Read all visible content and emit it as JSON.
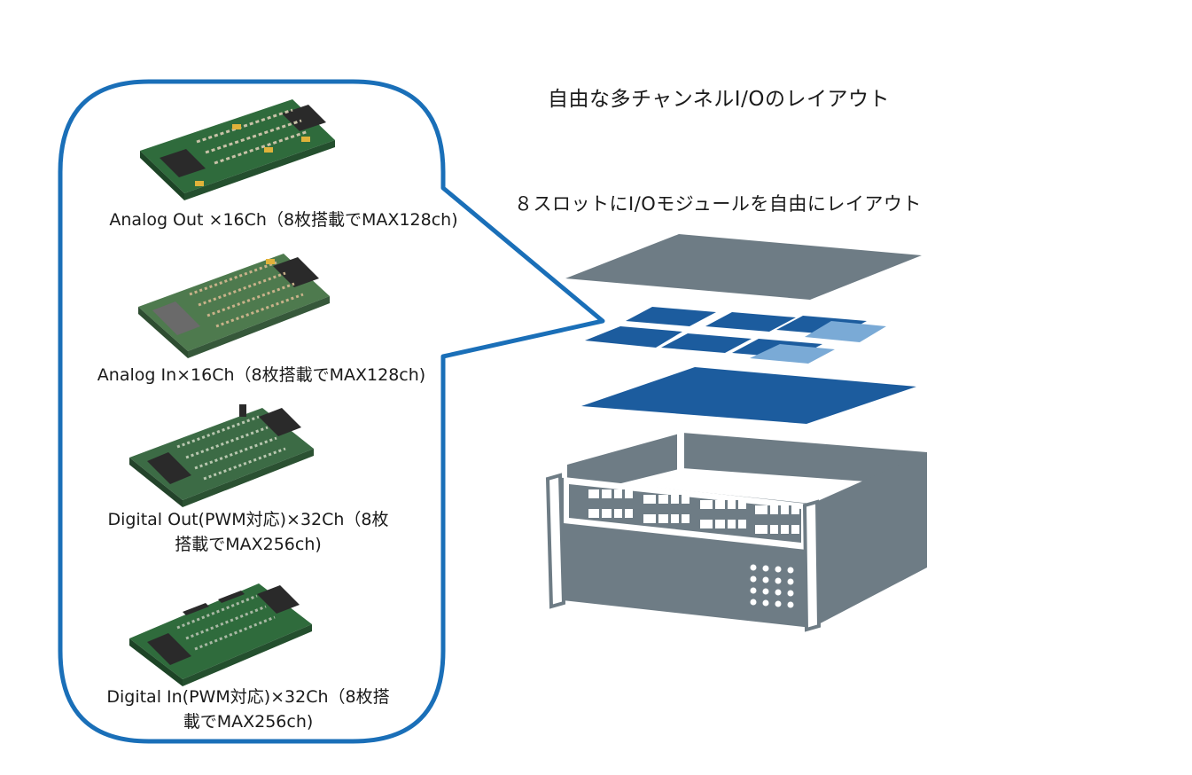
{
  "title": "自由な多チャンネルI/Oのレイアウト",
  "subtitle": "８スロットにI/Oモジュールを自由にレイアウト",
  "modules": [
    {
      "label_lines": [
        "Analog Out ×16Ch（8枚搭載でMAX128ch)"
      ]
    },
    {
      "label_lines": [
        "Analog In×16Ch（8枚搭載でMAX128ch)"
      ]
    },
    {
      "label_lines": [
        "Digital Out(PWM対応)×32Ch（8枚",
        "搭載でMAX256ch)"
      ]
    },
    {
      "label_lines": [
        "Digital In(PWM対応)×32Ch（8枚搭",
        "載でMAX256ch)"
      ]
    }
  ],
  "colors": {
    "callout_border": "#1a6fb8",
    "chassis": "#6e7c85",
    "top_plate": "#6e7c85",
    "base_board": "#1c5c9e",
    "slot_filled": "#1c5c9e",
    "slot_empty": "#7aaad6",
    "pcb_green": "#2f6b3c"
  },
  "slots": {
    "filled": 6,
    "empty": 2
  }
}
